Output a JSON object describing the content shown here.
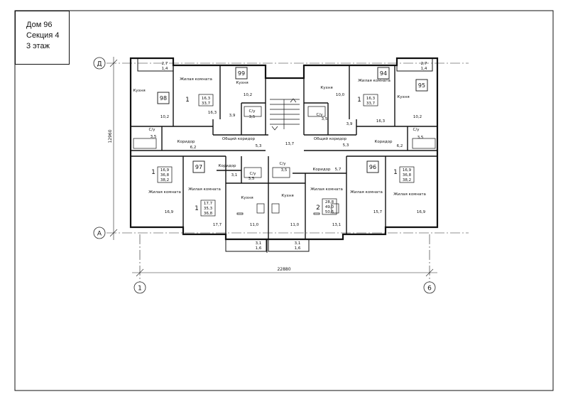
{
  "title_block": {
    "line1": "Дом 96",
    "line2": "Секция 4",
    "line3": "3 этаж"
  },
  "axes": {
    "top_row": "Д",
    "bottom_row": "А",
    "left_col": "1",
    "right_col": "6",
    "width_dim": "22880",
    "height_dim": "12960"
  },
  "apartments": [
    {
      "number": "98"
    },
    {
      "number": "99"
    },
    {
      "number": "94"
    },
    {
      "number": "95"
    },
    {
      "number": "97"
    },
    {
      "number": "96"
    }
  ],
  "rooms": {
    "living_room": "Жилая комната",
    "kitchen": "Кухня",
    "bathroom": "С/у",
    "corridor": "Коридор",
    "common_corridor": "Общий коридор"
  },
  "areas": {
    "balcony_tl_a": "2,7",
    "balcony_tl_b": "1,4",
    "balcony_tr_a": "2,7",
    "balcony_tr_b": "1,4",
    "balcony_bl_a": "3,1",
    "balcony_bl_b": "1,6",
    "balcony_br_a": "3,1",
    "balcony_br_b": "1,6",
    "k98": "10,2",
    "su98": "3,5",
    "cor98": "6,2",
    "lr99": "16,3",
    "k99": "10,2",
    "x99": "3,9",
    "su99": "3,5",
    "apt99_count": "1",
    "apt99_a": "16,3",
    "apt99_b": "33,7",
    "cc_left": "5,3",
    "stair": "13,7",
    "cc_right": "5,3",
    "k94": "10,0",
    "su94": "3,5",
    "x94": "3,9",
    "lr94": "16,3",
    "apt94_count": "1",
    "apt94_a": "16,3",
    "apt94_b": "33,7",
    "k95": "10,2",
    "su95": "3,5",
    "cor95": "6,2",
    "apt_bl_count": "1",
    "apt_bl_a": "16,9",
    "apt_bl_b": "36,8",
    "apt_bl_c": "38,2",
    "lr_bl": "16,9",
    "apt97_count": "1",
    "apt97_a": "17,7",
    "apt97_b": "35,3",
    "apt97_c": "36,8",
    "lr97": "17,7",
    "cor97": "3,1",
    "su97": "3,5",
    "k97": "11,0",
    "su96": "3,5",
    "k96": "11,0",
    "cor96": "5,7",
    "apt96_count": "2",
    "apt96_a": "28,8",
    "apt96_b": "49,0",
    "apt96_c": "50,6",
    "lr96a": "13,1",
    "lr96b": "15,7",
    "apt_br_count": "1",
    "apt_br_a": "16,9",
    "apt_br_b": "36,8",
    "apt_br_c": "38,2",
    "lr_br": "16,9"
  }
}
